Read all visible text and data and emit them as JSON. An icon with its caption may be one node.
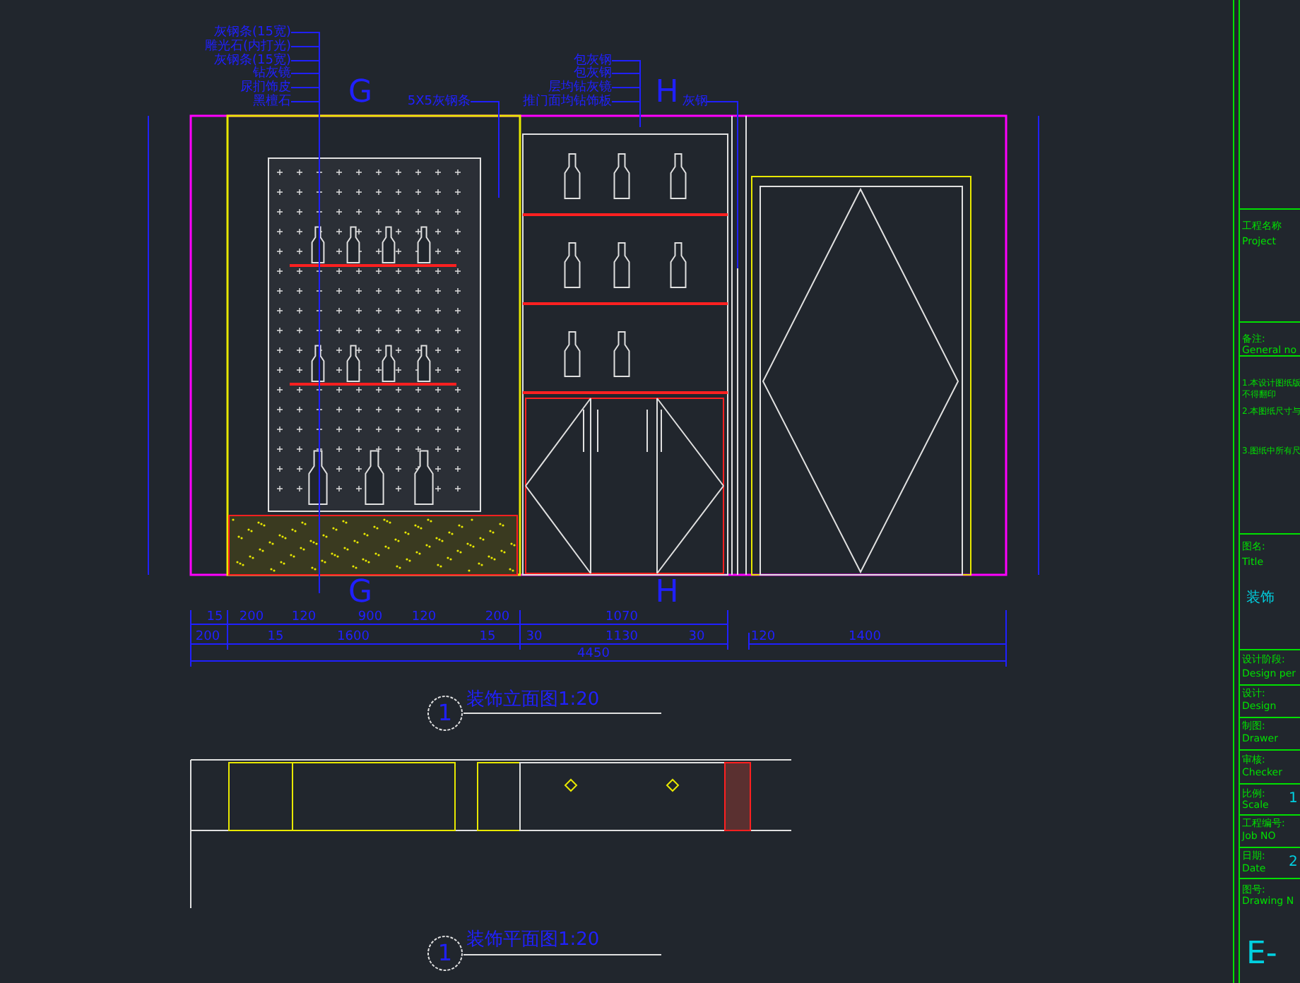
{
  "diagram": {
    "caption": "装饰立面图1:20",
    "nodes": [
      {
        "text": [
          "灰钢条(15宽)"
        ]
      },
      {
        "text": [
          "雕光石(内打光)"
        ]
      },
      {
        "text": [
          "灰钢条(15宽)"
        ]
      },
      {
        "text": [
          "钻灰镜"
        ]
      },
      {
        "text": [
          "尿扪饰皮"
        ]
      },
      {
        "text": [
          "黑檀石"
        ]
      },
      {
        "text": [
          "5X5灰钢条"
        ]
      },
      {
        "text": [
          "包灰钢"
        ]
      },
      {
        "text": [
          "包灰钢"
        ]
      },
      {
        "text": [
          "层均钻灰镜"
        ]
      },
      {
        "text": [
          "推门面均钻饰板"
        ]
      },
      {
        "text": [
          "灰钢"
        ]
      }
    ],
    "edges": [
      {
        "from": 0,
        "to": null,
        "arrow": "none"
      },
      {
        "from": 1,
        "to": null,
        "arrow": "none"
      },
      {
        "from": 2,
        "to": null,
        "arrow": "none"
      },
      {
        "from": 3,
        "to": null,
        "arrow": "none"
      },
      {
        "from": 4,
        "to": null,
        "arrow": "none"
      },
      {
        "from": 5,
        "to": null,
        "arrow": "none"
      },
      {
        "from": 6,
        "to": null,
        "arrow": "none"
      },
      {
        "from": 7,
        "to": null,
        "arrow": "none"
      },
      {
        "from": 8,
        "to": null,
        "arrow": "none"
      },
      {
        "from": 9,
        "to": null,
        "arrow": "none"
      },
      {
        "from": 10,
        "to": null,
        "arrow": "none"
      },
      {
        "from": 11,
        "to": null,
        "arrow": "none"
      }
    ],
    "labels": [
      "G",
      "H",
      "G",
      "H",
      "15",
      "200",
      "120",
      "900",
      "120",
      "200",
      "1070",
      "200",
      "15",
      "1600",
      "15",
      "30",
      "1130",
      "30",
      "120",
      "1400",
      "4450",
      "1",
      "装饰平面图1:20",
      "1",
      "工程名称",
      "Project",
      "备注:",
      "General no",
      "1.本设计图纸版",
      "不得翻印",
      "2.本图纸尺寸与",
      "3.图纸中所有尺",
      "图名:",
      "Title",
      "装饰",
      "设计阶段:",
      "Design per",
      "设计:",
      "Design",
      "制图:",
      "Drawer",
      "审核:",
      "Checker",
      "比例:",
      "Scale",
      "1",
      "工程编号:",
      "Job NO",
      "日期:",
      "Date",
      "2",
      "图号:",
      "Drawing N",
      "E-"
    ]
  }
}
